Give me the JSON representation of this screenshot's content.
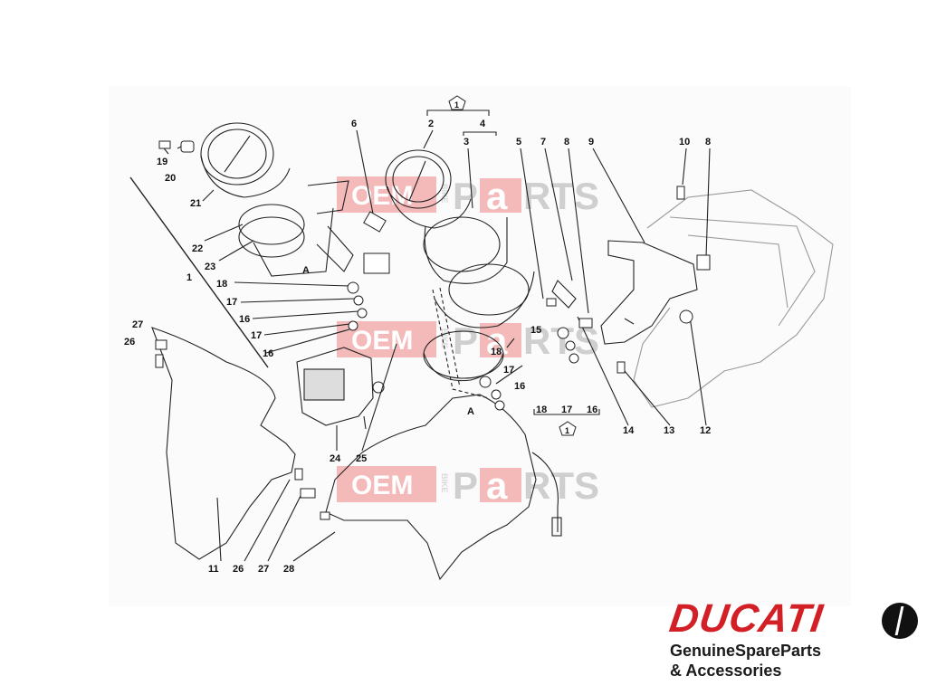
{
  "diagram": {
    "callouts": [
      "1",
      "2",
      "3",
      "4",
      "5",
      "6",
      "7",
      "8",
      "9",
      "10",
      "11",
      "12",
      "13",
      "14",
      "15",
      "16",
      "17",
      "18",
      "19",
      "20",
      "21",
      "22",
      "23",
      "24",
      "25",
      "26",
      "27",
      "28"
    ],
    "pentagon_marker": "1",
    "section_letter": "A"
  },
  "watermark": {
    "oem": "OEM",
    "bike": "BIKE",
    "parts_p": "P",
    "parts_a": "a",
    "parts_rts": "RTS"
  },
  "brand": {
    "logo": "DUCATI",
    "line1": "GenuineSpareParts",
    "line2": "& Accessories",
    "accent_color": "#d32027"
  }
}
